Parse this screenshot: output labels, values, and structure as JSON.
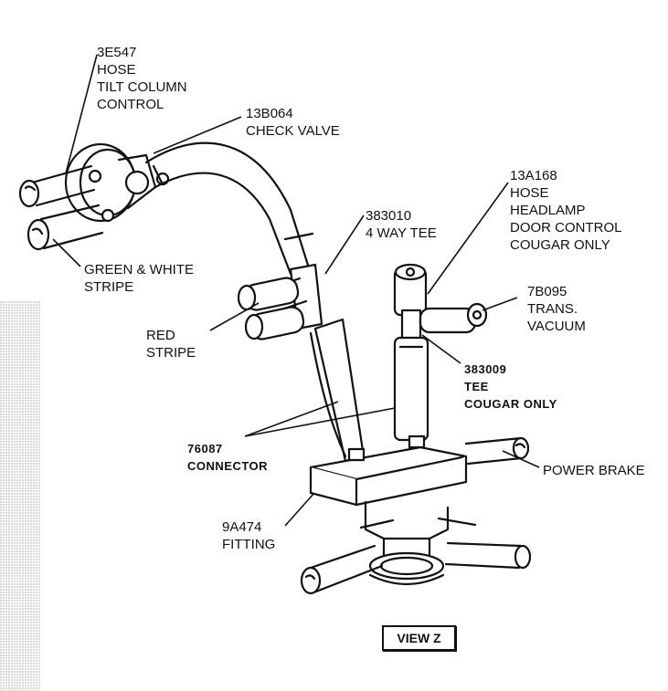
{
  "diagram": {
    "view_label": "VIEW Z",
    "labels": {
      "hose_tilt": [
        "3E547",
        "HOSE",
        "TILT COLUMN",
        "CONTROL"
      ],
      "check_valve": [
        "13B064",
        "CHECK VALVE"
      ],
      "headlamp_hose": [
        "13A168",
        "HOSE",
        "HEADLAMP",
        "DOOR CONTROL",
        "COUGAR ONLY"
      ],
      "four_way_tee": [
        "383010",
        "4 WAY TEE"
      ],
      "green_white": [
        "GREEN & WHITE",
        "STRIPE"
      ],
      "trans_vacuum": [
        "7B095",
        "TRANS.",
        "VACUUM"
      ],
      "red_stripe": [
        "RED",
        "STRIPE"
      ],
      "tee_cougar": [
        "383009",
        "TEE",
        "COUGAR ONLY"
      ],
      "connector": [
        "76087",
        "CONNECTOR"
      ],
      "power_brake": [
        "POWER BRAKE"
      ],
      "fitting": [
        "9A474",
        "FITTING"
      ]
    }
  }
}
